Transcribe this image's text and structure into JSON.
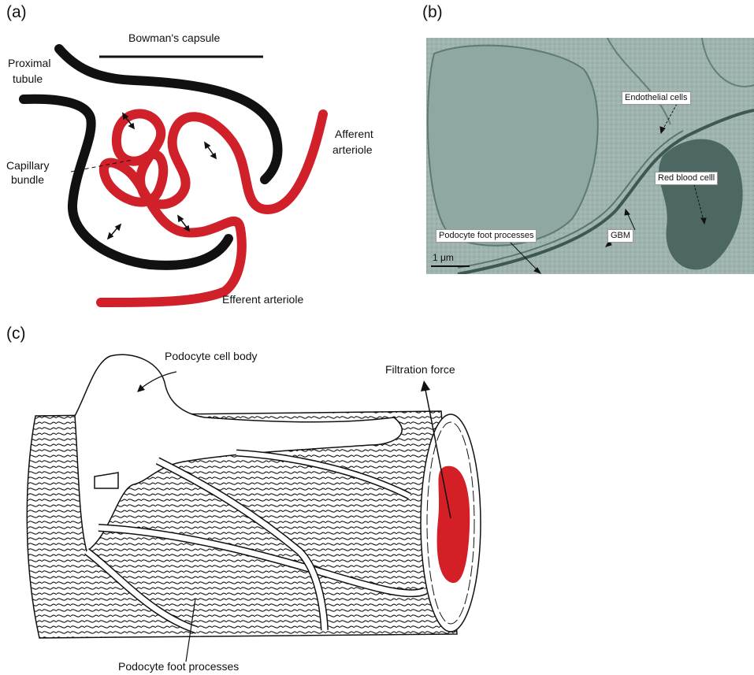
{
  "panels": {
    "a": {
      "letter": "(a)",
      "labels": {
        "bowmans_capsule": "Bowman's capsule",
        "proximal_tubule_line1": "Proximal",
        "proximal_tubule_line2": "tubule",
        "capillary_bundle_line1": "Capillary",
        "capillary_bundle_line2": "bundle",
        "afferent_line1": "Afferent",
        "afferent_line2": "arteriole",
        "efferent": "Efferent arteriole"
      }
    },
    "b": {
      "letter": "(b)",
      "labels": {
        "endothelial": "Endothelial cells",
        "rbc": "Red blood celll",
        "podocyte_foot": "Podocyte foot processes",
        "gbm": "GBM",
        "scale": "1 μm"
      }
    },
    "c": {
      "letter": "(c)",
      "labels": {
        "cell_body": "Podocyte cell body",
        "filtration": "Filtration force",
        "foot_processes": "Podocyte foot processes"
      }
    }
  },
  "colors": {
    "capsule": "#111111",
    "vessel": "#d0202a",
    "em_background": "#9fb4b0",
    "rbc": "#d41f26"
  }
}
